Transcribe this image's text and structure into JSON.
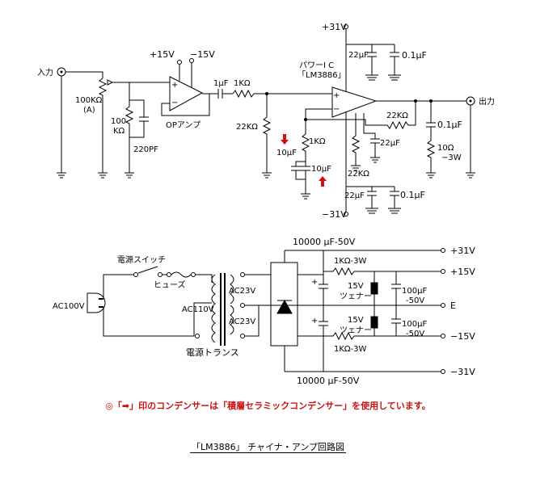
{
  "amp": {
    "input": "入力",
    "output": "出力",
    "pot": "100KΩ",
    "pot_taper": "(A)",
    "r_bias": "100",
    "r_bias_unit": "KΩ",
    "c_filter": "220PF",
    "op_plus": "+15V",
    "op_minus": "−15V",
    "op_name": "OPアンプ",
    "c_couple": "1μF",
    "r_in": "1KΩ",
    "r_shunt": "22KΩ",
    "power_ic_line1": "パワーI C",
    "power_ic_line2": "「LM3886」",
    "rail_pos": "+31V",
    "rail_neg": "−31V",
    "c_bypass_e": "22μF",
    "c_bypass": "0.1μF",
    "r_feedback": "22KΩ",
    "r_zobel_r": "10Ω",
    "r_zobel_w": "−3W",
    "c_zobel": "0.1μF",
    "r_fb_gnd": "1KΩ",
    "c_fb_a": "10μF",
    "c_fb_b": "10μF",
    "c_mute": "22μF",
    "r_mute": "22KΩ",
    "plus_sign": "+",
    "minus_sign": "−"
  },
  "psu": {
    "ac_in": "AC100V",
    "switch": "電源スイッチ",
    "fuse": "ヒューズ",
    "primary": "AC110V",
    "sec1": "AC23V",
    "sec2": "AC23V",
    "transformer": "電源トランス",
    "cap_top": "10000 μF-50V",
    "cap_bottom": "10000 μF-50V",
    "r_top": "1KΩ-3W",
    "r_bottom": "1KΩ-3W",
    "zener1": "15V",
    "zener1_label": "ツェナー",
    "zener2": "15V",
    "zener2_label": "ツェナー",
    "cap_reg1": "100μF",
    "cap_reg1_v": "-50V",
    "cap_reg2": "100μF",
    "cap_reg2_v": "-50V",
    "out_p31": "+31V",
    "out_p15": "+15V",
    "out_e": "E",
    "out_m15": "−15V",
    "out_m31": "−31V"
  },
  "note": "◎「➡」印のコンデンサーは「積層セラミックコンデンサー」を使用しています。",
  "title": "「LM3886」 チャイナ・アンプ回路図",
  "colors": {
    "ink": "#000000",
    "accent": "#cc1111"
  }
}
